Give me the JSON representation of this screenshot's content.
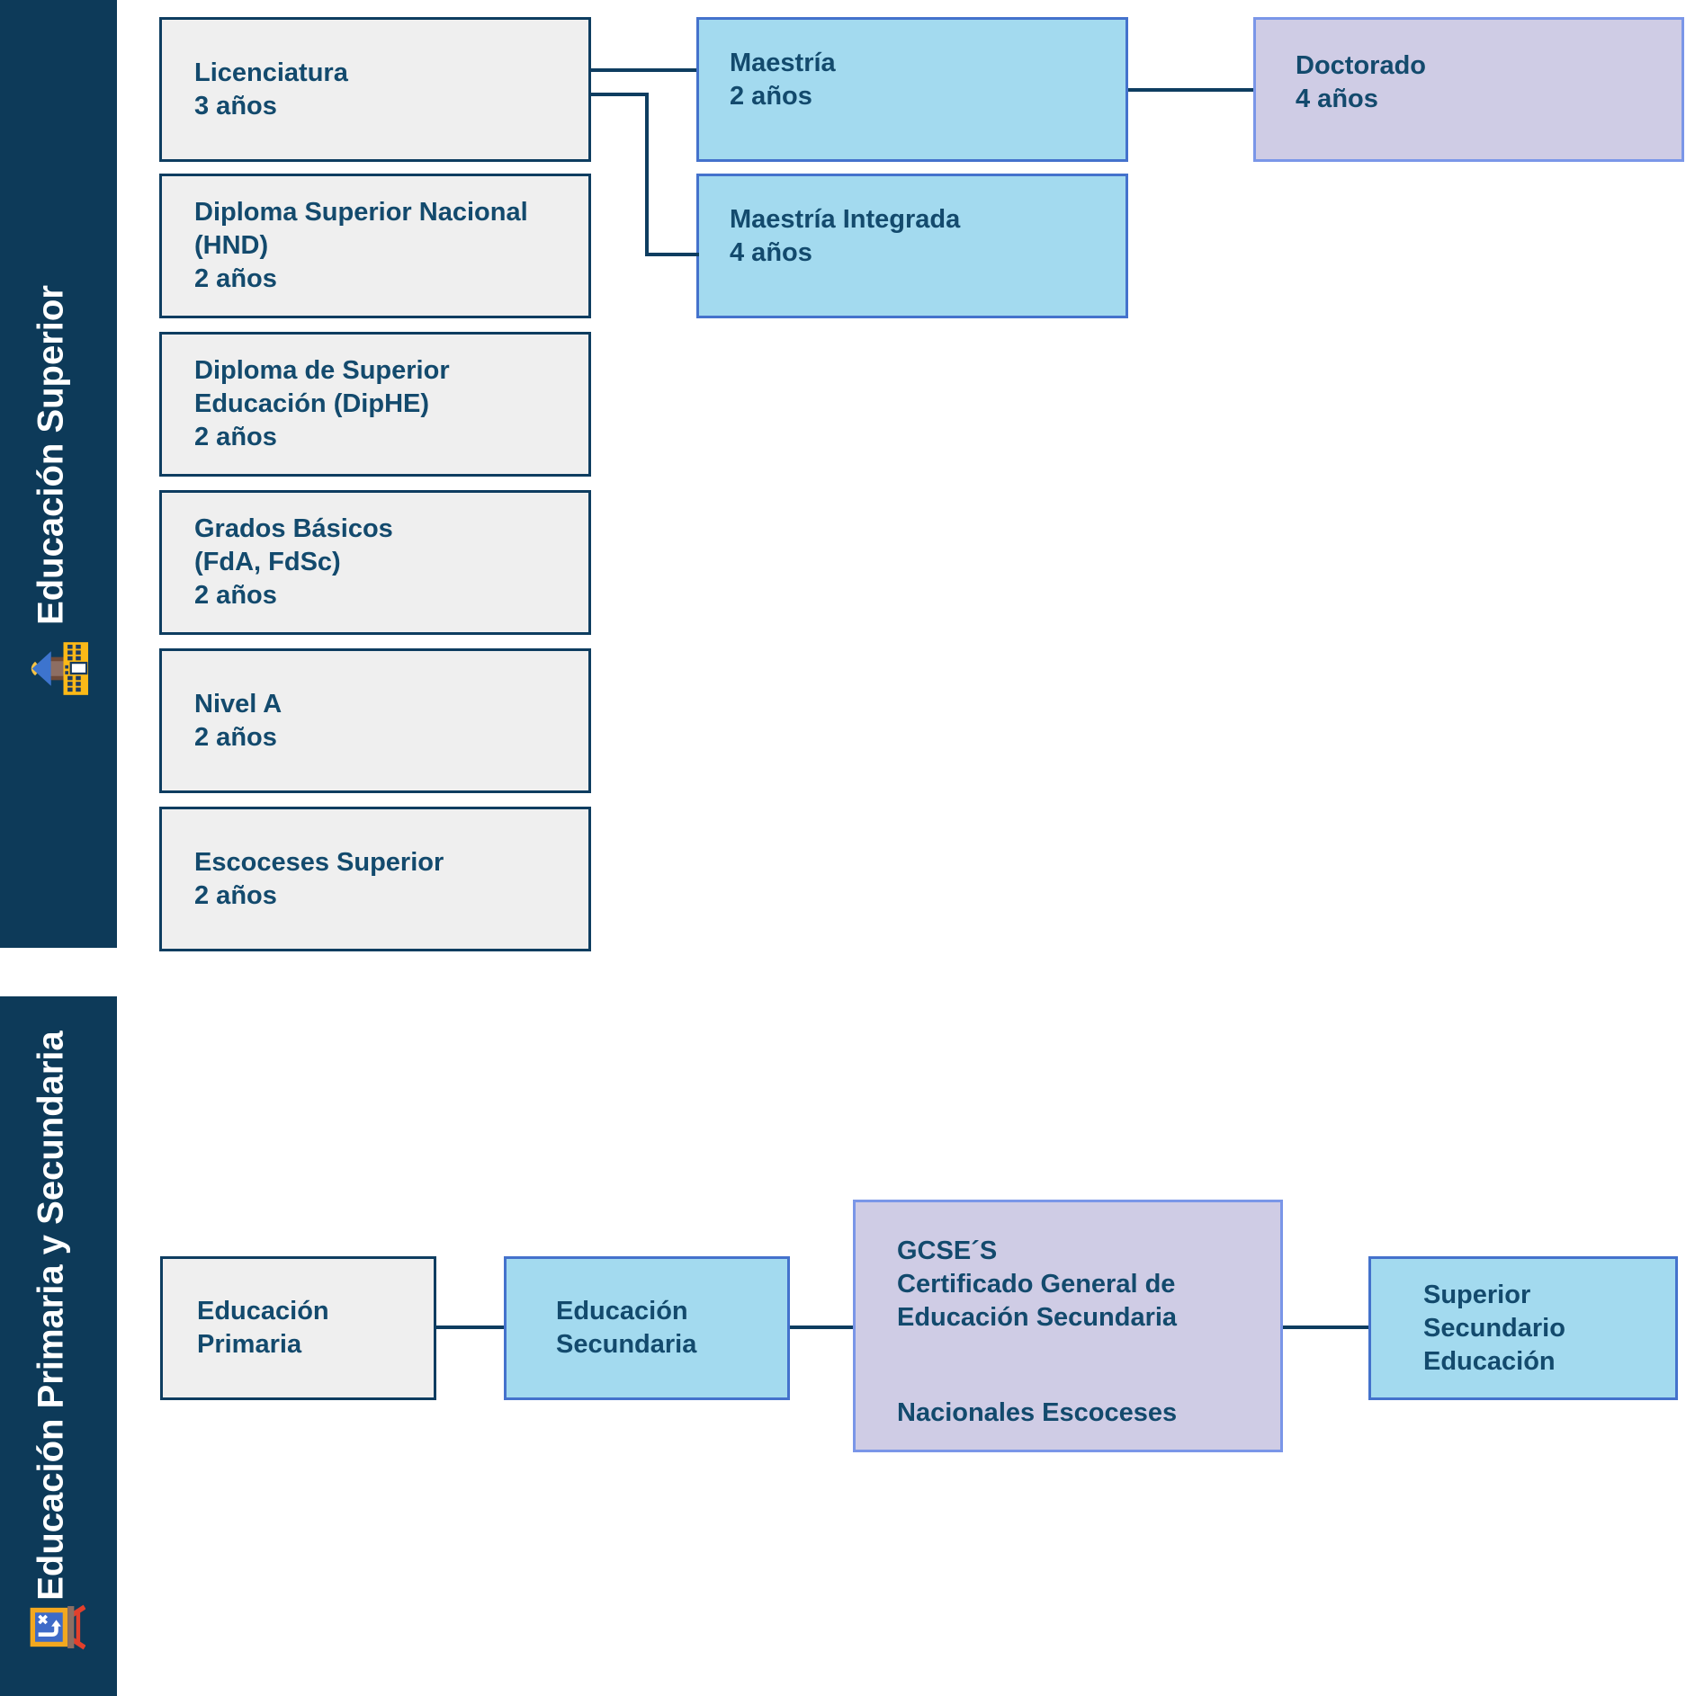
{
  "palette": {
    "sidebar_navy": "#0D3A59",
    "border_navy": "#0E3D60",
    "text_navy": "#134A6D",
    "gray_fill": "#EFEFEF",
    "blue_fill": "#A3DAEF",
    "blue_border": "#4472CC",
    "purple_fill": "#CFCCE5",
    "purple_border": "#7A96E8",
    "white": "#FFFFFF"
  },
  "sidebars": {
    "superior": {
      "label": "Educación Superior",
      "icon": "school-icon"
    },
    "primaria_secundaria": {
      "label": "Educación Primaria y Secundaria",
      "icon": "blackboard-icon"
    }
  },
  "boxes": {
    "licenciatura": {
      "lines": [
        "Licenciatura",
        "3 años"
      ]
    },
    "hnd": {
      "lines": [
        "Diploma Superior Nacional",
        "(HND)",
        "2 años"
      ]
    },
    "diphe": {
      "lines": [
        "Diploma de Superior",
        "Educación (DipHE)",
        "2 años"
      ]
    },
    "grados": {
      "lines": [
        "Grados Básicos",
        "(FdA, FdSc)",
        "2 años"
      ]
    },
    "nivel_a": {
      "lines": [
        "Nivel A",
        "2 años"
      ]
    },
    "escoceses": {
      "lines": [
        "Escoceses Superior",
        "2 años"
      ]
    },
    "maestria": {
      "lines": [
        "Maestría",
        "2 años"
      ]
    },
    "maestria_integrada": {
      "lines": [
        "Maestría Integrada",
        "4 años"
      ]
    },
    "doctorado": {
      "lines": [
        "Doctorado",
        "4 años"
      ]
    },
    "primaria": {
      "lines": [
        "Educación",
        "Primaria"
      ]
    },
    "secundaria": {
      "lines": [
        "Educación",
        "Secundaria"
      ]
    },
    "gcse": {
      "lines_top": [
        "GCSE´S",
        "Certificado General de",
        "Educación Secundaria"
      ],
      "line_bottom": "Nacionales Escoceses"
    },
    "superior_secundario": {
      "lines": [
        "Superior",
        "Secundario",
        "Educación"
      ]
    }
  }
}
